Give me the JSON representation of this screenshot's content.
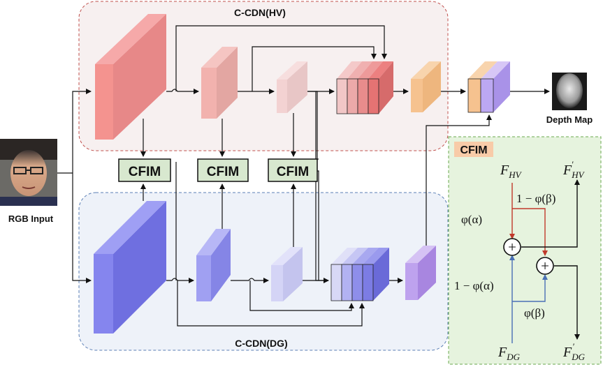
{
  "hv_branch": {
    "title": "C-CDN(HV)"
  },
  "dg_branch": {
    "title": "C-CDN(DG)"
  },
  "input": {
    "label": "RGB Input"
  },
  "output": {
    "label": "Depth Map"
  },
  "cfim_blocks": [
    {
      "label": "CFIM"
    },
    {
      "label": "CFIM"
    },
    {
      "label": "CFIM"
    }
  ],
  "cfim_detail": {
    "title": "CFIM",
    "f_hv": "F",
    "f_hv_sub": "HV",
    "f_hv_out": "F",
    "f_hv_out_sub": "HV",
    "f_hv_out_prime": "′",
    "f_dg": "F",
    "f_dg_sub": "DG",
    "f_dg_out": "F",
    "f_dg_out_sub": "DG",
    "f_dg_out_prime": "′",
    "phi_alpha": "φ(α)",
    "one_minus_phi_beta": "1 − φ(β)",
    "one_minus_phi_alpha": "1 − φ(α)",
    "phi_beta": "φ(β)",
    "plus_symbol": "+"
  },
  "colors": {
    "hv_region_fill": "#f7f0f0",
    "hv_region_border": "#c0504d",
    "dg_region_fill": "#eef2f9",
    "dg_region_border": "#5b7fb5",
    "cfim_fill": "#d8e8cf",
    "cfim_panel_fill": "#e6f3de",
    "cfim_panel_border": "#6aa84f",
    "cfim_title_fill": "#f8cba8",
    "red_arrow": "#c0392b",
    "blue_arrow": "#4a6fb5"
  }
}
